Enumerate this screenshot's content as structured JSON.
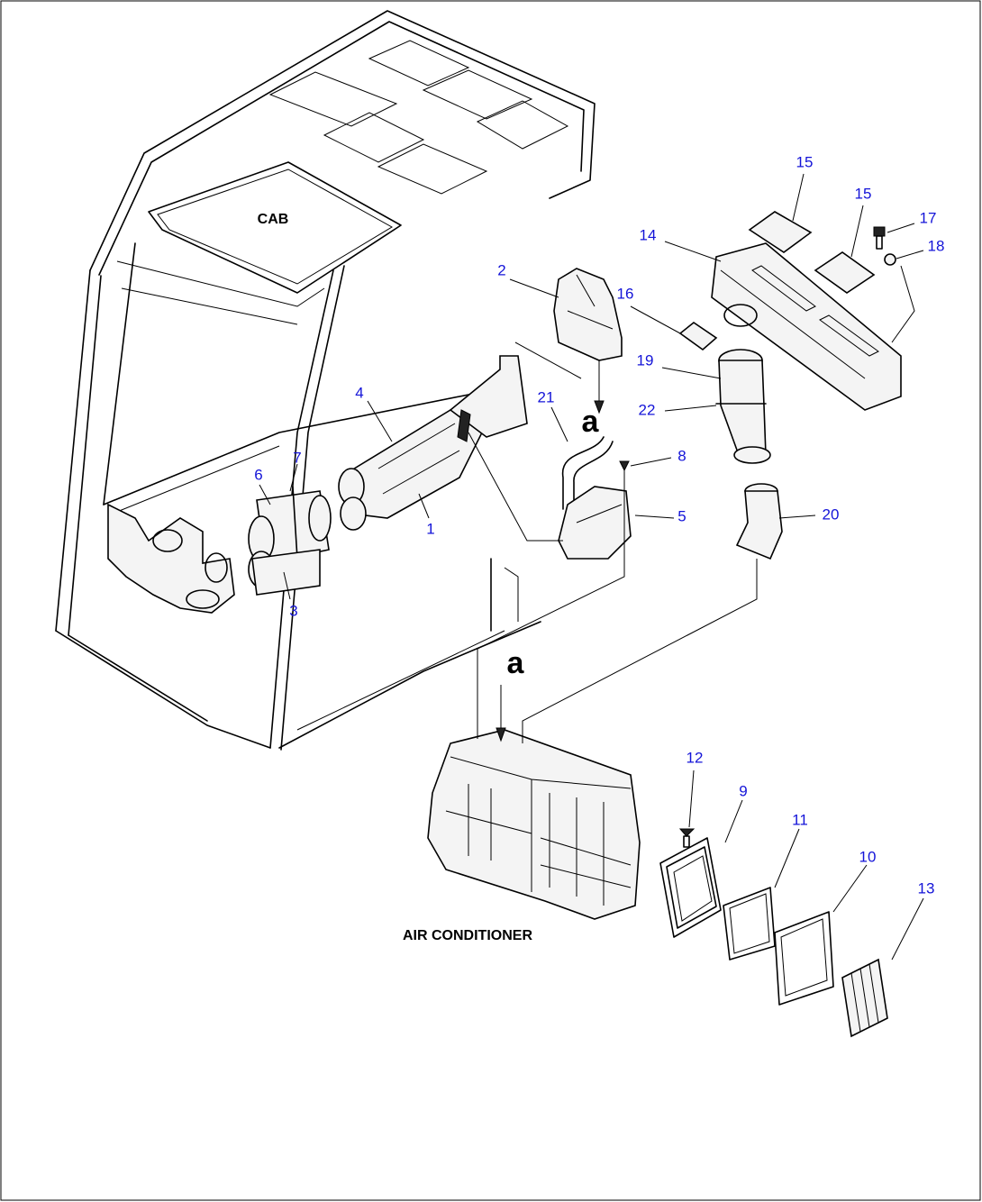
{
  "labels": {
    "cab": "CAB",
    "air_conditioner": "AIR CONDITIONER",
    "ref_a_upper": "a",
    "ref_a_lower": "a"
  },
  "callouts": [
    {
      "id": "1",
      "text": "1"
    },
    {
      "id": "2",
      "text": "2"
    },
    {
      "id": "3",
      "text": "3"
    },
    {
      "id": "4",
      "text": "4"
    },
    {
      "id": "5",
      "text": "5"
    },
    {
      "id": "6",
      "text": "6"
    },
    {
      "id": "7",
      "text": "7"
    },
    {
      "id": "8",
      "text": "8"
    },
    {
      "id": "9",
      "text": "9"
    },
    {
      "id": "10",
      "text": "10"
    },
    {
      "id": "11",
      "text": "11"
    },
    {
      "id": "12",
      "text": "12"
    },
    {
      "id": "13",
      "text": "13"
    },
    {
      "id": "14",
      "text": "14"
    },
    {
      "id": "15a",
      "text": "15"
    },
    {
      "id": "15b",
      "text": "15"
    },
    {
      "id": "16",
      "text": "16"
    },
    {
      "id": "17",
      "text": "17"
    },
    {
      "id": "18",
      "text": "18"
    },
    {
      "id": "19",
      "text": "19"
    },
    {
      "id": "20",
      "text": "20"
    },
    {
      "id": "21",
      "text": "21"
    },
    {
      "id": "22",
      "text": "22"
    }
  ],
  "colors": {
    "callout": "#1414d8",
    "line": "#000000",
    "background": "#ffffff"
  }
}
